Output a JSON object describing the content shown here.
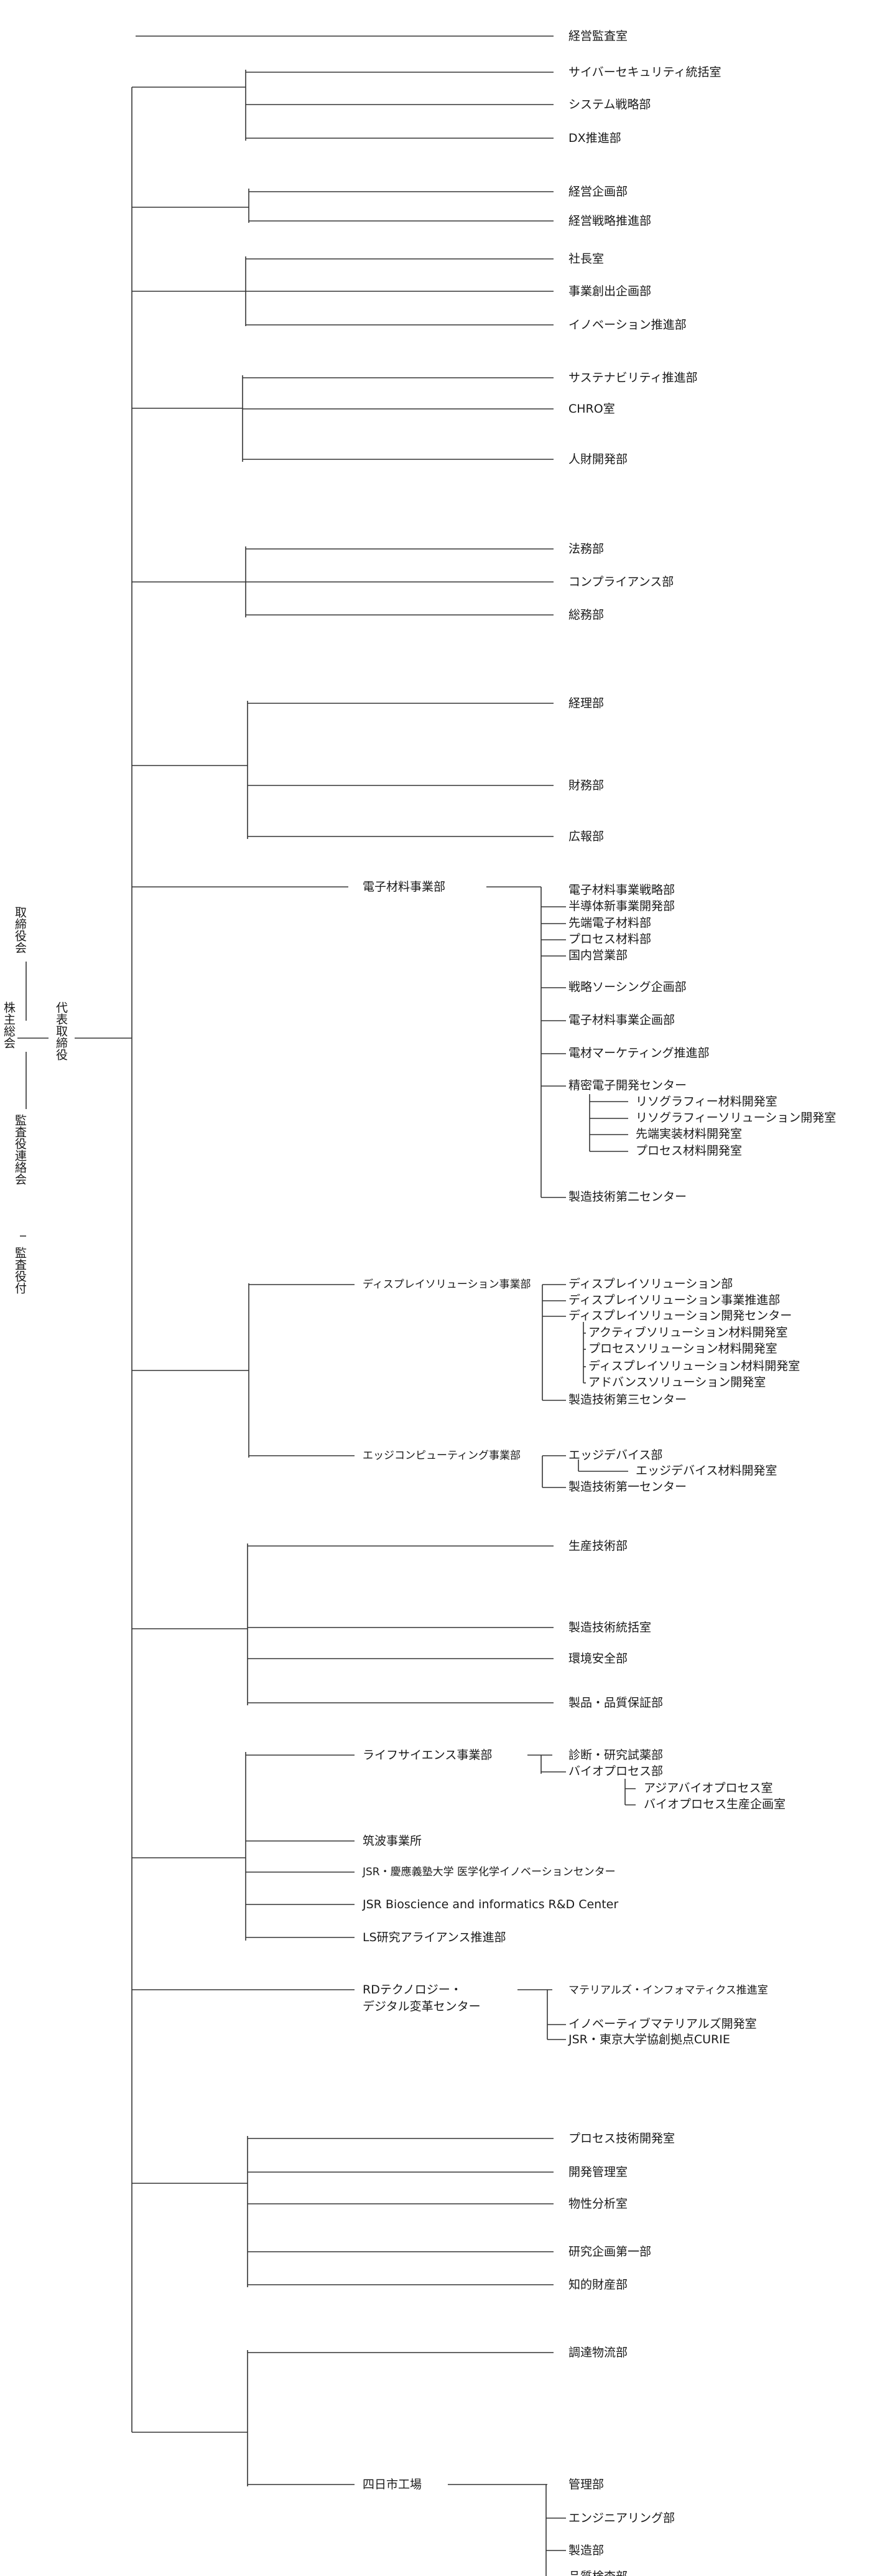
{
  "governance": {
    "board": "取締役会",
    "shareholders": "株主総会",
    "president": "代表取締役",
    "auditors": "監査役連絡会",
    "audit_office": "監査役付"
  },
  "top_units": {
    "audit": "経営監査室",
    "cyber": "サイバーセキュリティ統括室",
    "system": "システム戦略部",
    "dx": "DX推進部",
    "planning": "経営企画部",
    "strategy": "経営戦略推進部",
    "presidents_office": "社長室",
    "business_creation": "事業創出企画部",
    "innovation": "イノベーション推進部",
    "sustainability": "サステナビリティ推進部",
    "chro": "CHRO室",
    "hr_dev": "人財開発部",
    "legal": "法務部",
    "compliance": "コンプライアンス部",
    "general_affairs": "総務部",
    "accounting": "経理部",
    "finance": "財務部",
    "pr": "広報部"
  },
  "electronic_materials": {
    "division": "電子材料事業部",
    "units": {
      "em_strategy": "電子材料事業戦略部",
      "semi_new": "半導体新事業開発部",
      "advanced": "先端電子材料部",
      "process": "プロセス材料部",
      "domestic_sales": "国内営業部",
      "sourcing": "戦略ソーシング企画部",
      "em_planning": "電子材料事業企画部",
      "marketing": "電材マーケティング推進部",
      "precision_center": "精密電子開発センター",
      "litho_materials": "リソグラフィー材料開発室",
      "litho_solution": "リソグラフィーソリューション開発室",
      "packaging": "先端実装材料開発室",
      "process_lab": "プロセス材料開発室",
      "mfg_tech_2": "製造技術第二センター"
    }
  },
  "display": {
    "division": "ディスプレイソリューション事業部",
    "units": {
      "ds_dept": "ディスプレイソリューション部",
      "ds_promo": "ディスプレイソリューション事業推進部",
      "ds_center": "ディスプレイソリューション開発センター",
      "active": "アクティブソリューション材料開発室",
      "process_sol": "プロセスソリューション材料開発室",
      "display_mat": "ディスプレイソリューション材料開発室",
      "advanced_sol": "アドバンスソリューション開発室",
      "mfg_tech_3": "製造技術第三センター"
    }
  },
  "edge": {
    "division": "エッジコンピューティング事業部",
    "units": {
      "edge_device": "エッジデバイス部",
      "edge_materials": "エッジデバイス材料開発室",
      "mfg_tech_1": "製造技術第一センター"
    }
  },
  "production": {
    "prod_tech": "生産技術部",
    "mfg_tech_hq": "製造技術統括室",
    "environment": "環境安全部",
    "quality": "製品・品質保証部"
  },
  "life_science": {
    "division": "ライフサイエンス事業部",
    "units": {
      "diagnostics": "診断・研究試薬部",
      "bioprocess": "バイオプロセス部",
      "asia_bio": "アジアバイオプロセス室",
      "bio_planning": "バイオプロセス生産企画室"
    },
    "tsukuba": "筑波事業所",
    "keio": "JSR・慶應義塾大学 医学化学イノベーションセンター",
    "bioscience": "JSR Bioscience and informatics R&D Center",
    "ls_alliance": "LS研究アライアンス推進部"
  },
  "rd": {
    "division_line1": "RDテクノロジー・",
    "division_line2": "デジタル変革センター",
    "units": {
      "mi": "マテリアルズ・インフォマティクス推進室",
      "innovative": "イノベーティブマテリアルズ開発室",
      "curie": "JSR・東京大学協創拠点CURIE"
    }
  },
  "research": {
    "process_tech": "プロセス技術開発室",
    "dev_mgmt": "開発管理室",
    "analysis": "物性分析室",
    "research_planning": "研究企画第一部",
    "ip": "知的財産部"
  },
  "logistics": {
    "procurement": "調達物流部",
    "plant": "四日市工場",
    "units": {
      "management": "管理部",
      "engineering": "エンジニアリング部",
      "manufacturing": "製造部",
      "qc": "品質検査部"
    }
  }
}
